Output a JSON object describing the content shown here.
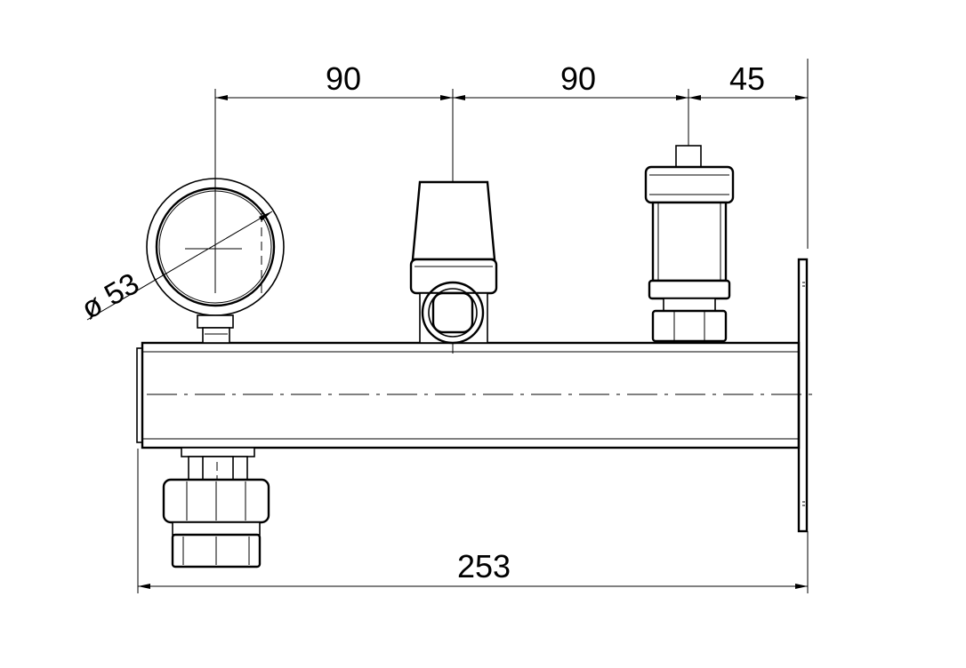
{
  "dimensions": {
    "gauge_to_valve": "90",
    "valve_to_vent": "90",
    "vent_to_end": "45",
    "overall_length": "253",
    "gauge_diameter": "ø 53"
  }
}
